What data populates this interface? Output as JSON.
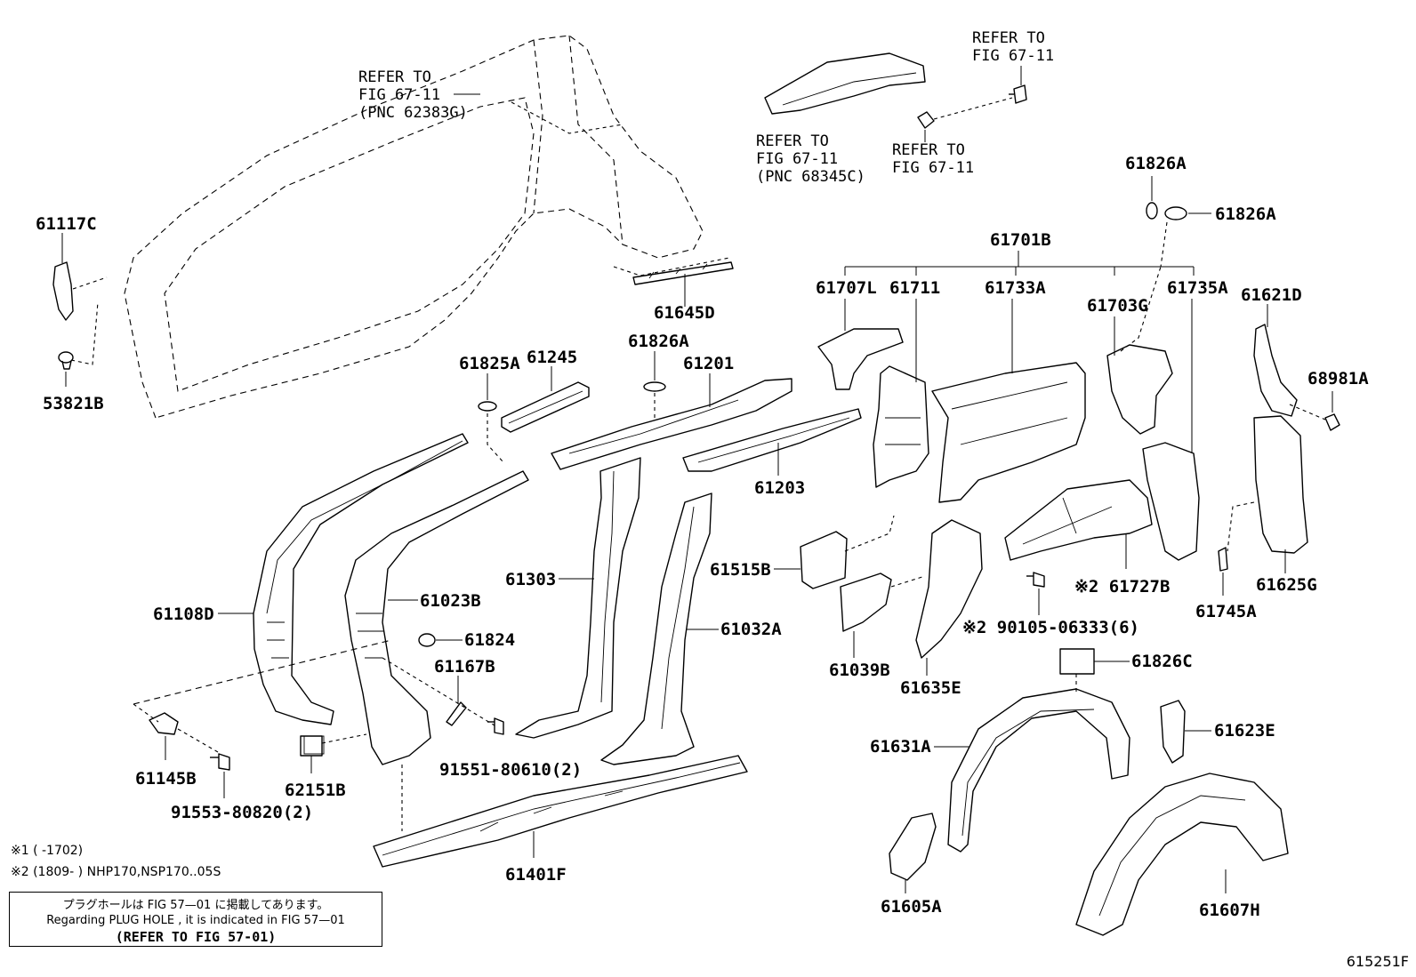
{
  "refs": {
    "ref_left_1": "REFER TO",
    "ref_left_2": "FIG 67-11",
    "ref_left_3": "(PNC 62383G)",
    "ref_mid_1": "REFER TO",
    "ref_mid_2": "FIG 67-11",
    "ref_mid_3": "(PNC 68345C)",
    "ref_topright_1": "REFER TO",
    "ref_topright_2": "FIG 67-11",
    "ref_midright_1": "REFER TO",
    "ref_midright_2": "FIG 67-11"
  },
  "labels": {
    "p61117C": "61117C",
    "p53821B": "53821B",
    "p61645D": "61645D",
    "p61825A": "61825A",
    "p61245": "61245",
    "p61826A_mid": "61826A",
    "p61201": "61201",
    "p61203": "61203",
    "p61108D": "61108D",
    "p61023B": "61023B",
    "p61824": "61824",
    "p61167B": "61167B",
    "p61303": "61303",
    "p61032A": "61032A",
    "p61145B": "61145B",
    "p62151B": "62151B",
    "p91553": "91553-80820(2)",
    "p91551": "91551-80610(2)",
    "p61401F": "61401F",
    "p61826A_top": "61826A",
    "p61826A_top2": "61826A",
    "p61701B": "61701B",
    "p61707L": "61707L",
    "p61711": "61711",
    "p61733A": "61733A",
    "p61703G": "61703G",
    "p61735A": "61735A",
    "p61621D": "61621D",
    "p68981A": "68981A",
    "p61515B": "61515B",
    "p61727B": "※2 61727B",
    "p90105": "※2 90105-06333(6)",
    "p61745A": "61745A",
    "p61625G": "61625G",
    "p61039B": "61039B",
    "p61635E": "61635E",
    "p61826C": "61826C",
    "p61631A": "61631A",
    "p61623E": "61623E",
    "p61605A": "61605A",
    "p61607H": "61607H"
  },
  "notes": {
    "note1": "※1 (      -1702)",
    "note2": "※2 (1809-      ) NHP170,NSP170..05S"
  },
  "plug_box": {
    "jp": "プラグホールは FIG 57—01 に掲載してあります。",
    "en": "Regarding  PLUG  HOLE , it is indicated in  FIG  57—01",
    "ref": "(REFER TO FIG 57-01)"
  },
  "footer_code": "615251F"
}
